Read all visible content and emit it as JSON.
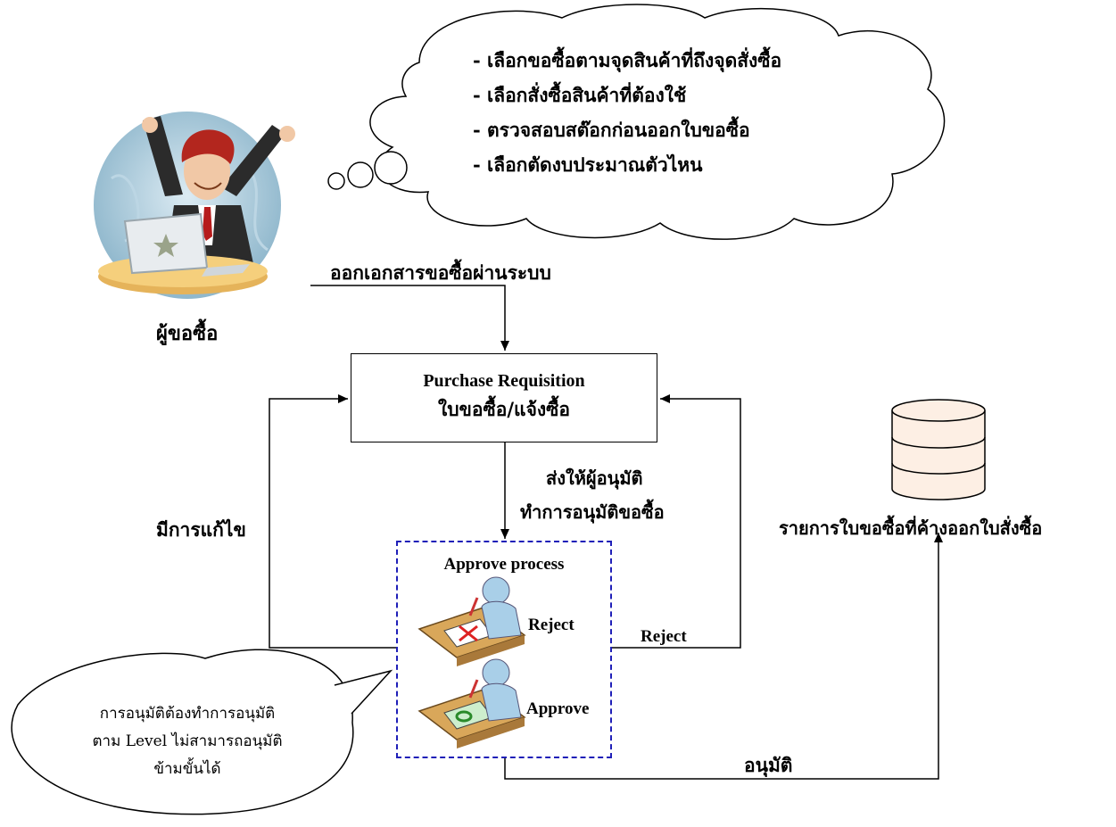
{
  "diagram": {
    "requester_label": "ผู้ขอซื้อ",
    "cloud_items": [
      "- เลือกขอซื้อตามจุดสินค้าที่ถึงจุดสั่งซื้อ",
      "- เลือกสั่งซื้อสินค้าที่ต้องใช้",
      "- ตรวจสอบสต๊อกก่อนออกใบขอซื้อ",
      "- เลือกตัดงบประมาณตัวไหน"
    ],
    "issue_label": "ออกเอกสารขอซื้อผ่านระบบ",
    "pr_title": "Purchase Requisition",
    "pr_subtitle": "ใบขอซื้อ/แจ้งซื้อ",
    "send_label_1": "ส่งให้ผู้อนุมัติ",
    "send_label_2": "ทำการอนุมัติขอซื้อ",
    "edit_label": "มีการแก้ไข",
    "approve_process_title": "Approve process",
    "reject_inner_label": "Reject",
    "approve_inner_label": "Approve",
    "reject_outer_label": "Reject",
    "approve_label": "อนุมัติ",
    "database_label": "รายการใบขอซื้อที่ค้างออกใบสั่งซื้อ",
    "speech_lines": [
      "การอนุมัติต้องทำการอนุมัติ",
      "ตาม Level ไม่สามารถอนุมัติ",
      "ข้ามขั้นได้"
    ]
  },
  "colors": {
    "approve_box_border": "#1f1fb8",
    "database_fill": "#fdefe4",
    "desk_fill": "#d9a75a",
    "person_fill": "#a9cfe8"
  }
}
